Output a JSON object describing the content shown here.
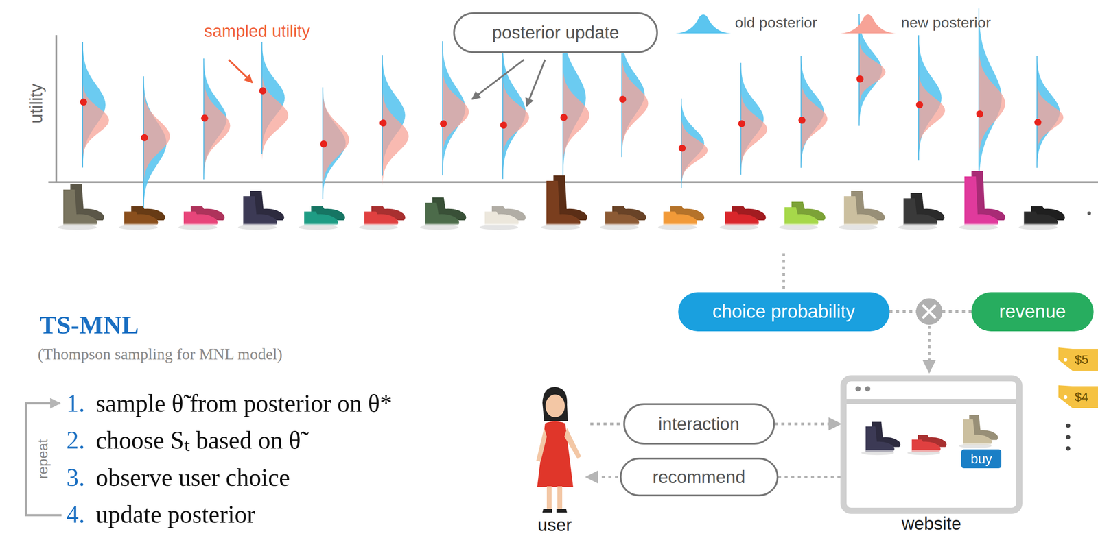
{
  "diagram": {
    "nodes": [
      {
        "text": [
          "posterior update"
        ]
      },
      {
        "text": [
          "choice probability"
        ]
      },
      {
        "text": [
          "revenue"
        ]
      },
      {
        "text": [
          "interaction"
        ]
      },
      {
        "text": [
          "website"
        ]
      },
      {
        "text": [
          "buy"
        ],
        "in": 4
      },
      {
        "text": [
          "recommend"
        ]
      }
    ],
    "edges": [
      {
        "from": 1,
        "to": 2,
        "arrow": "none"
      },
      {
        "from": 3,
        "to": 4,
        "arrow": "to"
      },
      {
        "from": 4,
        "to": 6,
        "arrow": "none"
      }
    ],
    "labels": [
      "TS-MNL",
      "(Thompson sampling for MNL model)",
      "1.",
      "sample θ̃ from posterior on θ*",
      "2.",
      "choose Sₜ based on θ̃",
      "3.",
      "observe user choice",
      "4.",
      "update posterior",
      "repeat",
      "sampled utility",
      "utility",
      "user",
      "$5",
      "$4"
    ],
    "legend": [
      {
        "text": "old posterior",
        "color": "#5bc5ef"
      },
      {
        "text": "new posterior",
        "color": "#f7a397"
      }
    ]
  }
}
